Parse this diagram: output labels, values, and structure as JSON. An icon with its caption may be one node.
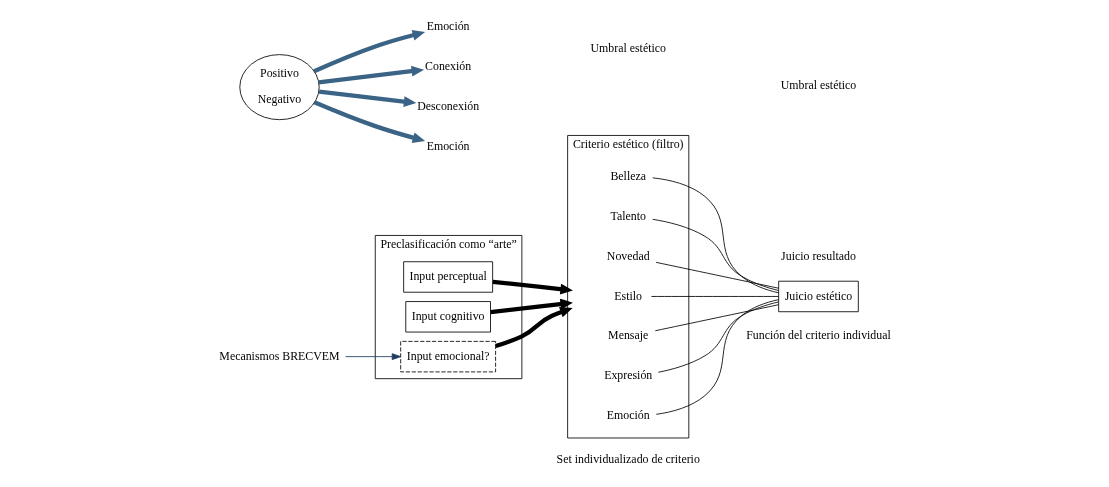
{
  "diagram": {
    "nodes": [
      {
        "text": [
          "Preclasificación como “arte”"
        ]
      },
      {
        "text": [
          "Input perceptual"
        ],
        "in": 0
      },
      {
        "text": [
          "Input cognitivo"
        ],
        "in": 0
      },
      {
        "text": [
          "Input emocional?"
        ],
        "in": 0
      },
      {
        "text": [
          "Mecanismos BRECVEM"
        ]
      },
      {
        "text": [
          "Criterio estético (filtro)"
        ],
        "beside": [
          "Set individualizado de criterio"
        ]
      },
      {
        "text": [
          "Belleza"
        ],
        "in": 5
      },
      {
        "text": [
          "Talento"
        ],
        "in": 5
      },
      {
        "text": [
          "Novedad"
        ],
        "in": 5
      },
      {
        "text": [
          "Estilo"
        ],
        "in": 5
      },
      {
        "text": [
          "Mensaje"
        ],
        "in": 5
      },
      {
        "text": [
          "Expresión"
        ],
        "in": 5
      },
      {
        "text": [
          "Emoción"
        ],
        "in": 5
      },
      {
        "text": [
          "Juicio estético"
        ],
        "beside": [
          "Juicio resultado",
          "Función del criterio individual"
        ]
      },
      {
        "text": [
          "Positivo",
          "Negativo"
        ]
      },
      {
        "text": [
          "Emoción"
        ]
      },
      {
        "text": [
          "Conexión"
        ]
      },
      {
        "text": [
          "Desconexión"
        ]
      },
      {
        "text": [
          "Emoción"
        ]
      }
    ],
    "edges": [
      {
        "from": 4,
        "to": 3,
        "arrow": "to",
        "color": "#1f3a5f"
      },
      {
        "from": 1,
        "to": 5,
        "arrow": "to",
        "style": "thick"
      },
      {
        "from": 2,
        "to": 5,
        "arrow": "to",
        "style": "thick"
      },
      {
        "from": 3,
        "to": 5,
        "arrow": "to",
        "style": "thick"
      },
      {
        "from": 6,
        "to": 13,
        "arrow": "none"
      },
      {
        "from": 7,
        "to": 13,
        "arrow": "none"
      },
      {
        "from": 8,
        "to": 13,
        "arrow": "none"
      },
      {
        "from": 9,
        "to": 13,
        "arrow": "none"
      },
      {
        "from": 10,
        "to": 13,
        "arrow": "none"
      },
      {
        "from": 11,
        "to": 13,
        "arrow": "none"
      },
      {
        "from": 12,
        "to": 13,
        "arrow": "none"
      },
      {
        "from": 14,
        "to": 15,
        "arrow": "to",
        "style": "thick",
        "color": "#3b6386"
      },
      {
        "from": 14,
        "to": 16,
        "arrow": "to",
        "style": "thick",
        "color": "#3b6386"
      },
      {
        "from": 14,
        "to": 17,
        "arrow": "to",
        "style": "thick",
        "color": "#3b6386"
      },
      {
        "from": 14,
        "to": 18,
        "arrow": "to",
        "style": "thick",
        "color": "#3b6386"
      }
    ],
    "labels": [
      "Umbral estético",
      "Umbral estético"
    ]
  }
}
